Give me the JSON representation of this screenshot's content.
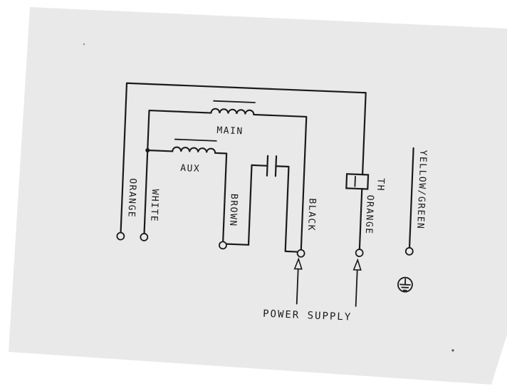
{
  "components": {
    "main_winding": "MAIN",
    "aux_winding": "AUX",
    "thermal_protector": "TH"
  },
  "wires": {
    "orange_left": "ORANGE",
    "white": "WHITE",
    "brown": "BROWN",
    "black": "BLACK",
    "orange_right": "ORANGE",
    "yellow_green": "YELLOW/GREEN"
  },
  "power_supply": "POWER SUPPLY",
  "colors": {
    "card": "#e9e9e9",
    "ink": "#1a1a1a",
    "background": "#ffffff"
  },
  "icons": {
    "ground": "ground-symbol-icon"
  }
}
